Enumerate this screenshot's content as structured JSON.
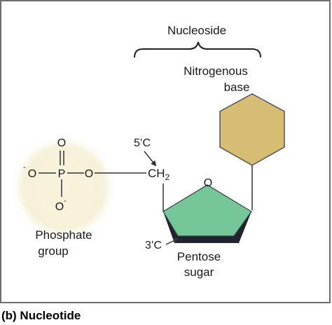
{
  "labels": {
    "nucleoside": "Nucleoside",
    "nitrogenous_base": [
      "Nitrogenous",
      "base"
    ],
    "five_prime": "5’C",
    "three_prime": "3’C",
    "ch2": "CH",
    "ch2_subscript": "2",
    "ring_oxygen": "O",
    "phosphate_group": [
      "Phosphate",
      "group"
    ],
    "pentose_sugar": [
      "Pentose",
      "sugar"
    ]
  },
  "phosphate": {
    "top_o": "O",
    "left_o": "O",
    "left_charge": "-",
    "p": "P",
    "right_o": "O",
    "bottom_o": "O",
    "bottom_charge": "-"
  },
  "caption": "(b) Nucleotide",
  "colors": {
    "panel_border": "#6e6e6e",
    "phosphate_glow": "#f6f1d9",
    "base_fill": "#d6bd73",
    "sugar_fill": "#75c79a",
    "sugar_shadow": "#1f2430",
    "line": "#333333"
  }
}
